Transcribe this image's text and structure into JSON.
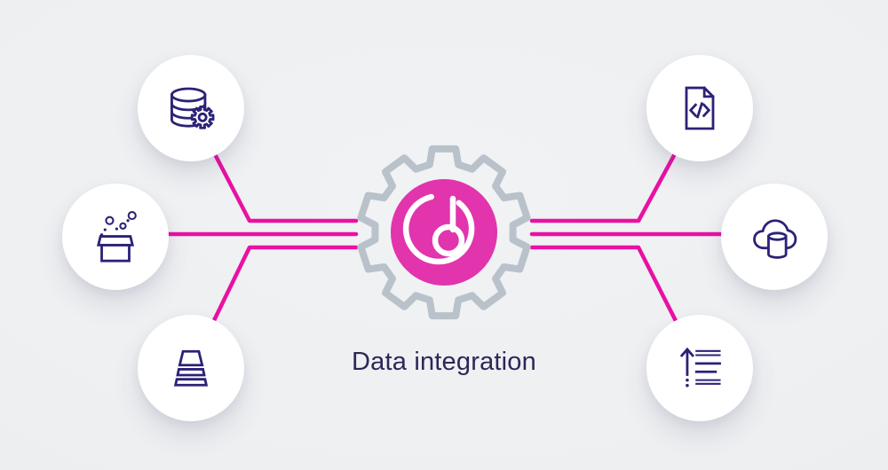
{
  "title": "Data integration",
  "colors": {
    "background": "#edeff1",
    "connector_pink": "#e911a3",
    "logo_pink": "#e234ac",
    "gear_gray": "#b9c2ca",
    "icon_indigo": "#2b2277",
    "title_color": "#2e2657",
    "node_fill": "#ffffff"
  },
  "center": {
    "gear": "gear-icon",
    "logo": "d-logo"
  },
  "nodes": [
    {
      "id": "database-gear",
      "icon": "database-gear-icon",
      "position": "top-left"
    },
    {
      "id": "box-extract",
      "icon": "box-bubbles-icon",
      "position": "middle-left"
    },
    {
      "id": "stacked-layers",
      "icon": "stacked-layers-icon",
      "position": "bottom-left"
    },
    {
      "id": "code-file",
      "icon": "code-file-icon",
      "position": "top-right"
    },
    {
      "id": "cloud-database",
      "icon": "cloud-database-icon",
      "position": "middle-right"
    },
    {
      "id": "sorted-list",
      "icon": "sort-ascending-icon",
      "position": "bottom-right"
    }
  ]
}
